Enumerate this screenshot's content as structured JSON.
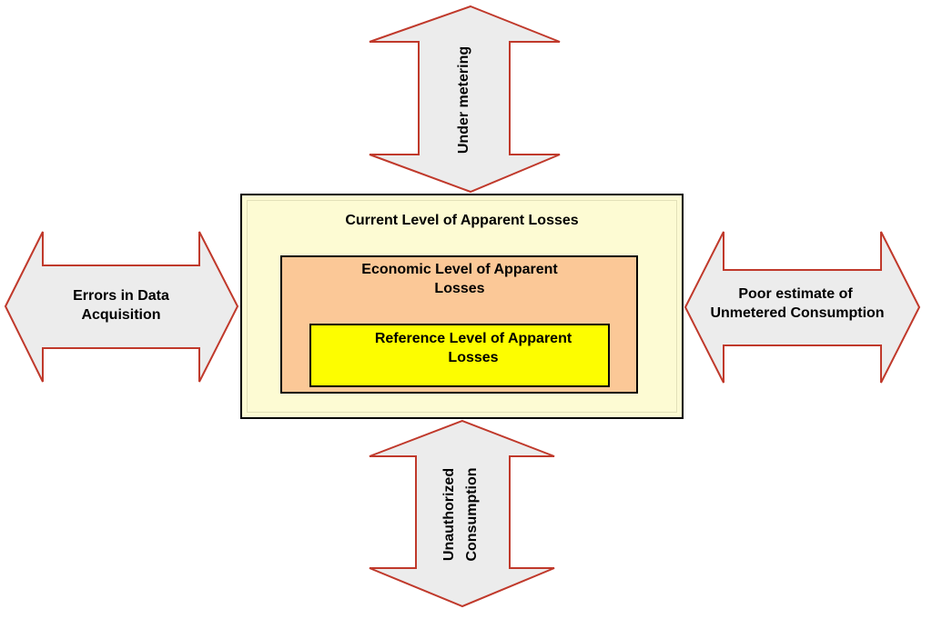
{
  "arrows": {
    "top": {
      "label": "Under metering"
    },
    "bottom": {
      "label_line1": "Unauthorized",
      "label_line2": "Consumption"
    },
    "left": {
      "label_line1": "Errors in Data",
      "label_line2": "Acquisition"
    },
    "right": {
      "label_line1": "Poor estimate of",
      "label_line2": "Unmetered Consumption"
    }
  },
  "boxes": {
    "outer": {
      "title": "Current Level of Apparent Losses"
    },
    "middle": {
      "title_line1": "Economic Level of Apparent",
      "title_line2": "Losses"
    },
    "inner": {
      "title_line1": "Reference Level of Apparent",
      "title_line2": "Losses"
    }
  },
  "colors": {
    "arrow_fill": "#ececec",
    "arrow_stroke": "#c0392b",
    "outer_fill": "#fdfbd3",
    "middle_fill": "#fbc897",
    "inner_fill": "#fdfd00"
  }
}
